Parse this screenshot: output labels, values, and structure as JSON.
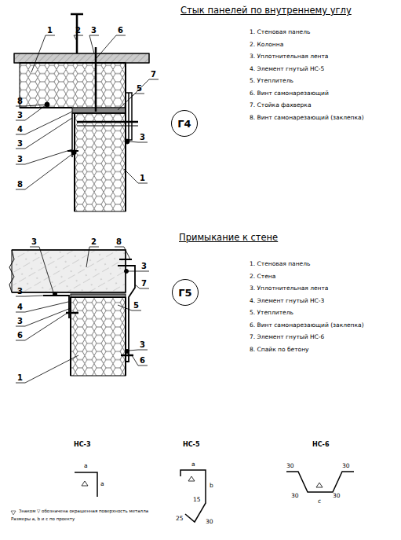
{
  "diagram": {
    "title": "Стык панелей по внутреннему углу",
    "nodes": [
      {
        "text": [
          "Г4"
        ]
      },
      {
        "text": [
          "Г5"
        ]
      }
    ],
    "labels": [
      "Примыкание к стене",
      "1. Стеновая панель",
      "2. Колонна",
      "3. Уплотнительная лента",
      "4. Элемент гнутый НС-5",
      "5. Утеплитель",
      "6. Винт самонарезающий",
      "7. Стойка фахверка",
      "8. Винт самонарезающий (заклепка)",
      "1. Стеновая панель",
      "2. Стена",
      "3. Уплотнительная лента",
      "4. Элемент гнутый НС-3",
      "5. Утеплитель",
      "6. Винт самонарезающий (заклепка)",
      "7. Элемент гнутый НС-6",
      "8. Спайк по бетону",
      "1",
      "2",
      "3",
      "6",
      "7",
      "5",
      "8",
      "3",
      "4",
      "3",
      "3",
      "8",
      "3",
      "1",
      "3",
      "2",
      "8",
      "3",
      "7",
      "5",
      "3",
      "4",
      "3",
      "6",
      "3",
      "6",
      "1",
      "НС-3",
      "НС-5",
      "НС-6",
      "а",
      "а",
      "а",
      "b",
      "15",
      "25",
      "30",
      "30",
      "30",
      "30",
      "30",
      "с",
      "Знаком ▽ обозначена окрашенная поверхность металла",
      "Размеры а, b и с по проекту"
    ]
  }
}
